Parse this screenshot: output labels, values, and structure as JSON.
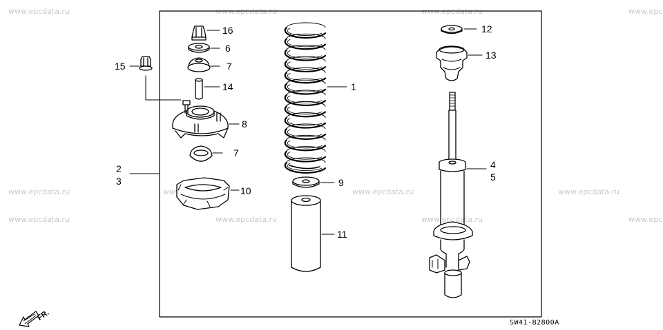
{
  "watermark": "www.epcdata.ru",
  "diagram_code": "SW41-B2800A",
  "direction_label": "FR.",
  "callouts": {
    "c1": "1",
    "c2": "2",
    "c3": "3",
    "c4": "4",
    "c5": "5",
    "c6": "6",
    "c7a": "7",
    "c7b": "7",
    "c8": "8",
    "c9": "9",
    "c10": "10",
    "c11": "11",
    "c12": "12",
    "c13": "13",
    "c14": "14",
    "c15": "15",
    "c16": "16"
  },
  "icons": {
    "spring": "coil-spring-icon",
    "strut": "shock-absorber-icon",
    "mount": "strut-mount-icon",
    "arrow": "front-direction-arrow-icon"
  }
}
